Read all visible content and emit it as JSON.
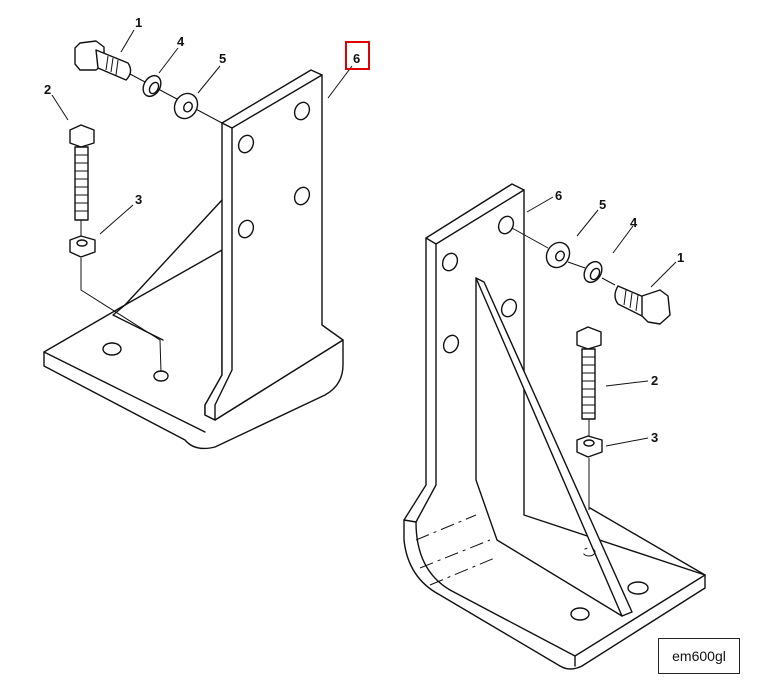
{
  "figure_id": "em600gl",
  "highlight_color": "#e00000",
  "views": [
    {
      "name": "left-view",
      "callouts": [
        "1",
        "2",
        "3",
        "4",
        "5",
        "6"
      ]
    },
    {
      "name": "right-view",
      "callouts": [
        "1",
        "2",
        "3",
        "4",
        "5",
        "6"
      ]
    }
  ],
  "parts": [
    {
      "number": "1",
      "item": "bolt-short-icon"
    },
    {
      "number": "2",
      "item": "bolt-long-icon"
    },
    {
      "number": "3",
      "item": "nut-icon"
    },
    {
      "number": "4",
      "item": "lock-washer-icon"
    },
    {
      "number": "5",
      "item": "flat-washer-icon"
    },
    {
      "number": "6",
      "item": "bracket-icon"
    }
  ],
  "highlighted_callout": "6"
}
